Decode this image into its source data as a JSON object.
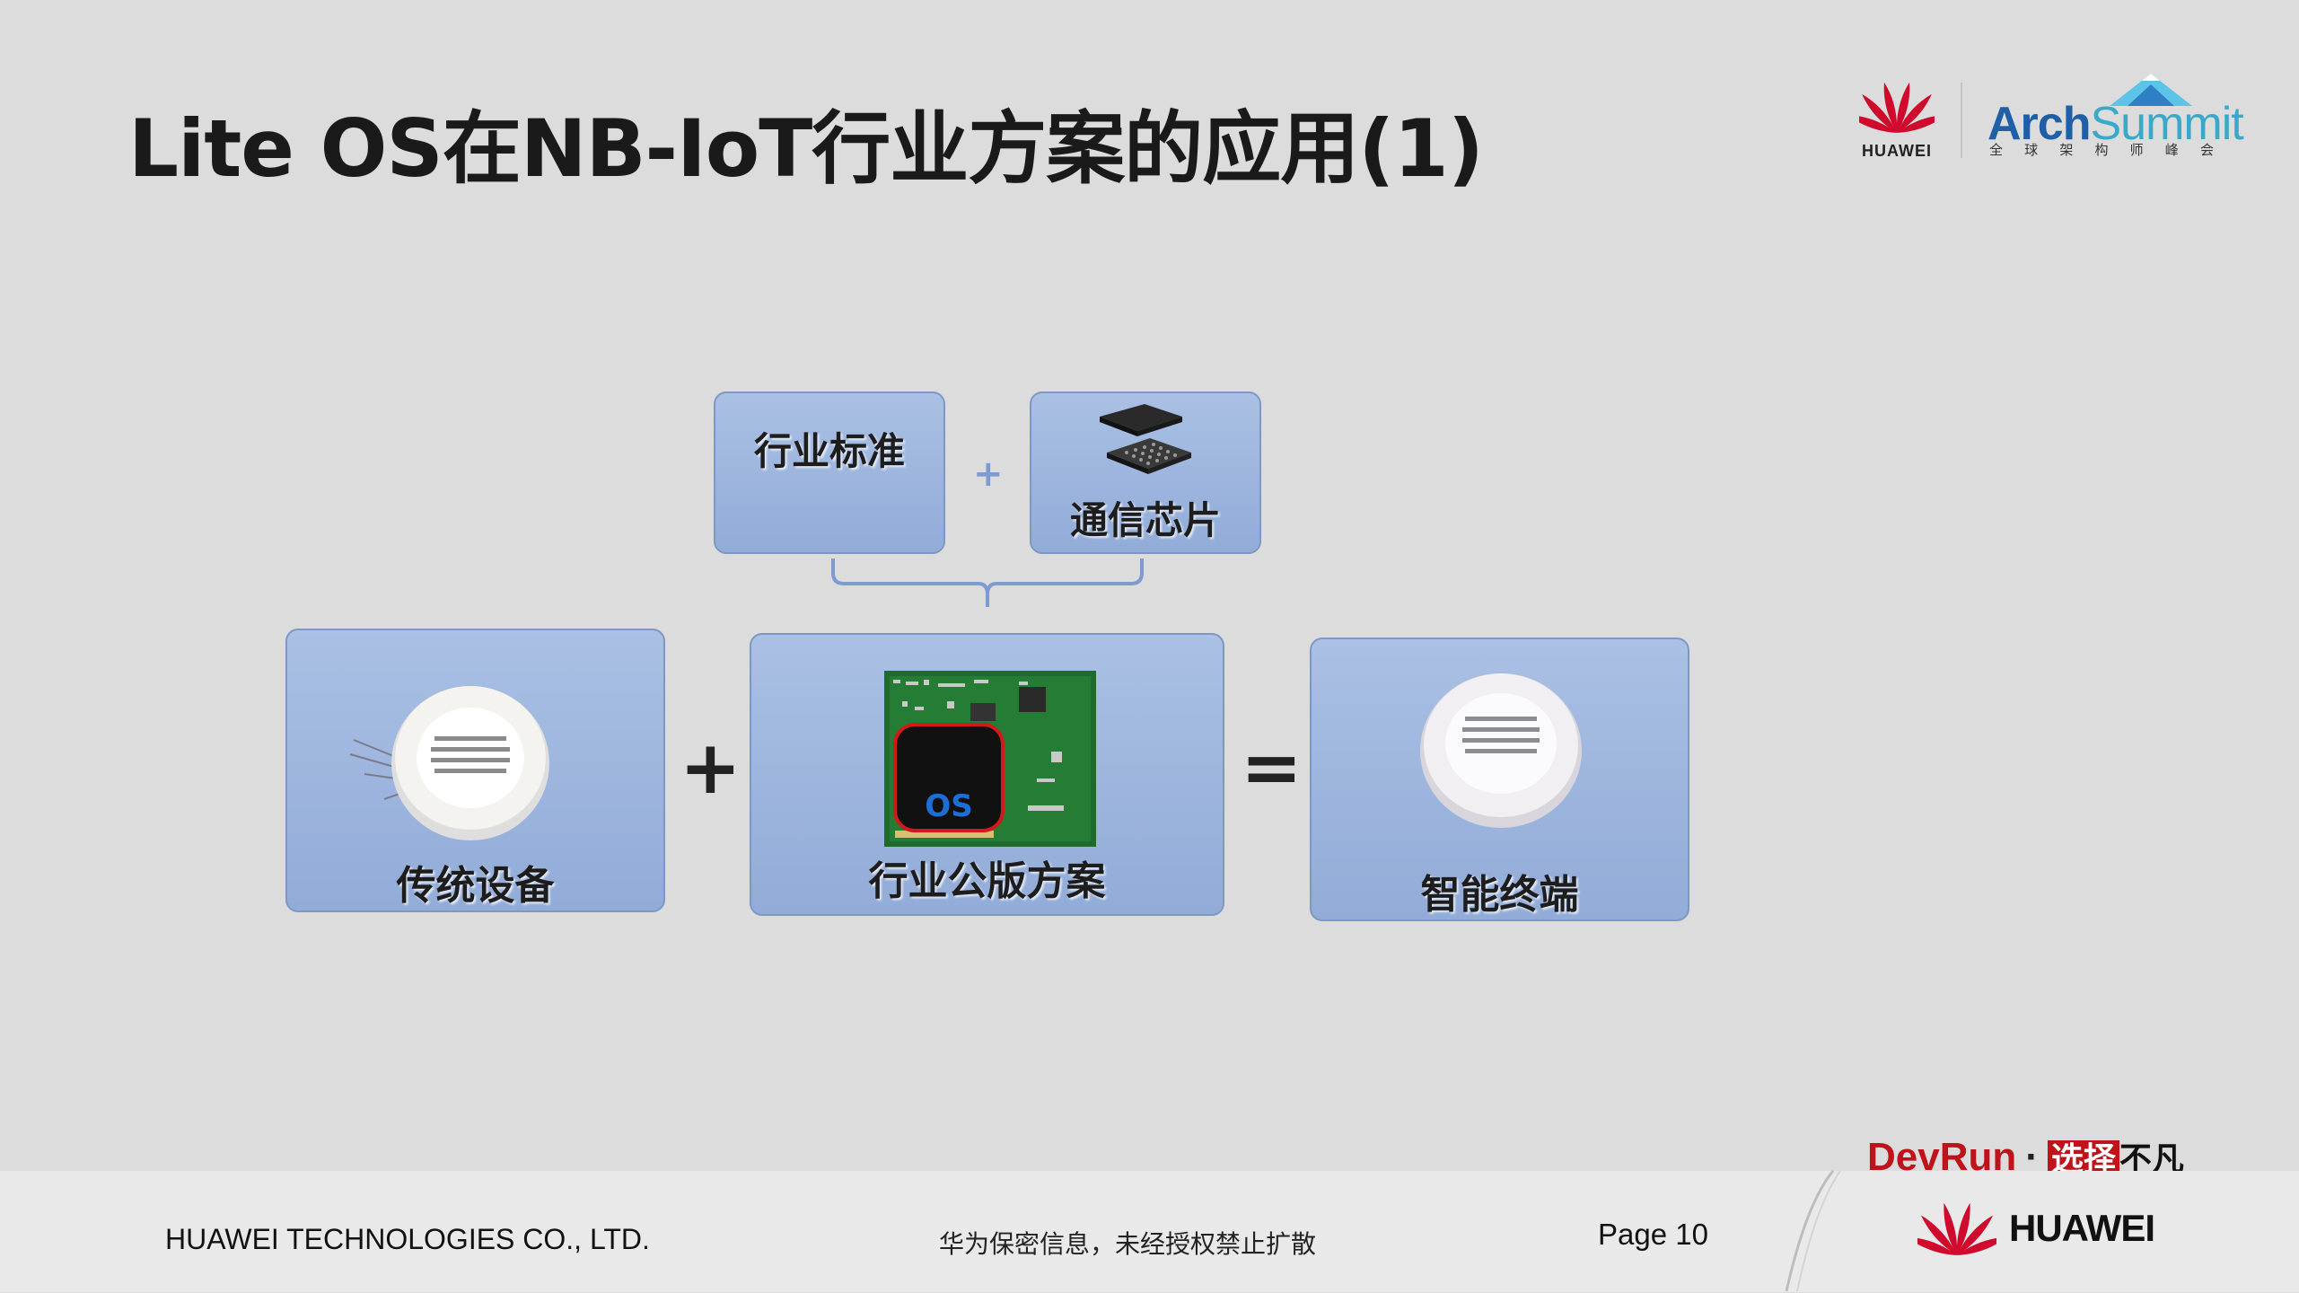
{
  "slide": {
    "title": "Lite OS在NB-IoT行业方案的应用(1)"
  },
  "logos": {
    "huawei_top": "HUAWEI",
    "archsummit_part1": "Arch",
    "archsummit_part2": "Summit",
    "archsummit_sub": [
      "全",
      "球",
      "架",
      "构",
      "师",
      "峰",
      "会"
    ]
  },
  "diagram": {
    "box_standard": "行业标准",
    "plus_small": "+",
    "box_chip": "通信芯片",
    "box_traditional": "传统设备",
    "plus": "+",
    "box_solution": "行业公版方案",
    "os_label": "OS",
    "equals": "=",
    "box_smart": "智能终端"
  },
  "footer": {
    "company": "HUAWEI TECHNOLOGIES CO., LTD.",
    "confidential": "华为保密信息，未经授权禁止扩散",
    "page": "Page 10",
    "devrun": "DevRun",
    "devrun_dot": "·",
    "devrun_slogan_a": "选择",
    "devrun_slogan_b": "不凡",
    "huawei_logo": "HUAWEI"
  },
  "colors": {
    "box_fill": "#9fb6e0",
    "box_border": "#7f97c6",
    "brace": "#7d9bd0",
    "huawei_red": "#cf0a2c",
    "os_blue": "#1d6fd6"
  }
}
